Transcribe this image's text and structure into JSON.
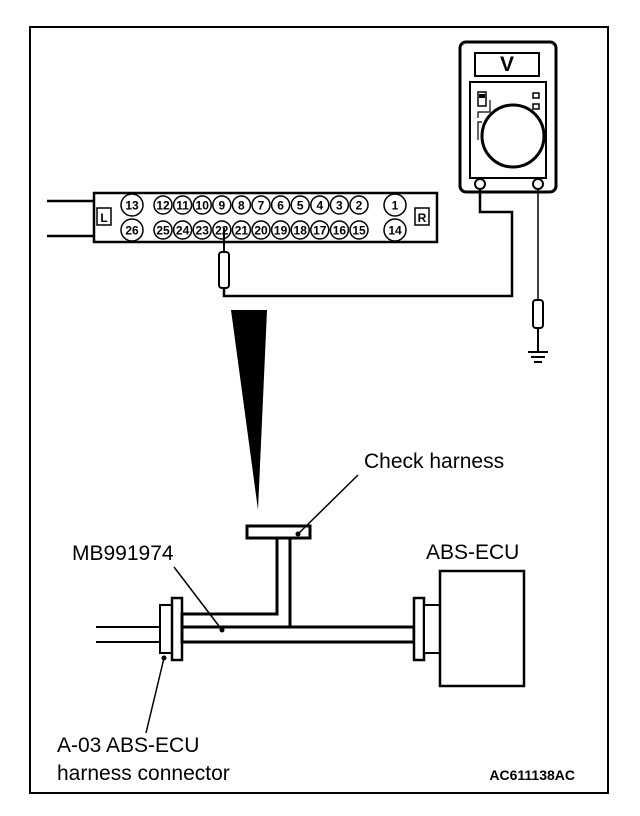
{
  "meter": {
    "symbol": "V"
  },
  "connector": {
    "left_marker": "L",
    "right_marker": "R",
    "top_pins": [
      "13",
      "12",
      "11",
      "10",
      "9",
      "8",
      "7",
      "6",
      "5",
      "4",
      "3",
      "2",
      "1"
    ],
    "bottom_pins": [
      "26",
      "25",
      "24",
      "23",
      "22",
      "21",
      "20",
      "19",
      "18",
      "17",
      "16",
      "15",
      "14"
    ]
  },
  "labels": {
    "check_harness": "Check harness",
    "abs_ecu": "ABS-ECU",
    "adapter": "MB991974",
    "harness_connector_line1": "A-03 ABS-ECU",
    "harness_connector_line2": "harness connector",
    "figure_code": "AC611138AC"
  }
}
